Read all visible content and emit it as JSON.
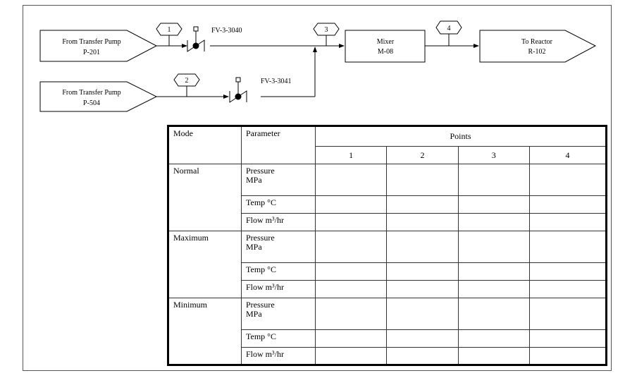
{
  "diagram": {
    "sources": [
      {
        "line1": "From Transfer Pump",
        "line2": "P-201"
      },
      {
        "line1": "From Transfer Pump",
        "line2": "P-504"
      }
    ],
    "valves": [
      "FV-3-3040",
      "FV-3-3041"
    ],
    "points": [
      "1",
      "2",
      "3",
      "4"
    ],
    "mixer": {
      "line1": "Mixer",
      "line2": "M-08"
    },
    "destination": {
      "line1": "To Reactor",
      "line2": "R-102"
    }
  },
  "table": {
    "headers": {
      "mode": "Mode",
      "parameter": "Parameter",
      "points": "Points",
      "point_numbers": [
        "1",
        "2",
        "3",
        "4"
      ]
    },
    "modes": [
      {
        "name": "Normal",
        "params": [
          "Pressure MPa",
          "Temp °C",
          "Flow m³/hr"
        ]
      },
      {
        "name": "Maximum",
        "params": [
          "Pressure MPa",
          "Temp °C",
          "Flow m³/hr"
        ]
      },
      {
        "name": "Minimum",
        "params": [
          "Pressure MPa",
          "Temp °C",
          "Flow m³/hr"
        ]
      }
    ]
  }
}
